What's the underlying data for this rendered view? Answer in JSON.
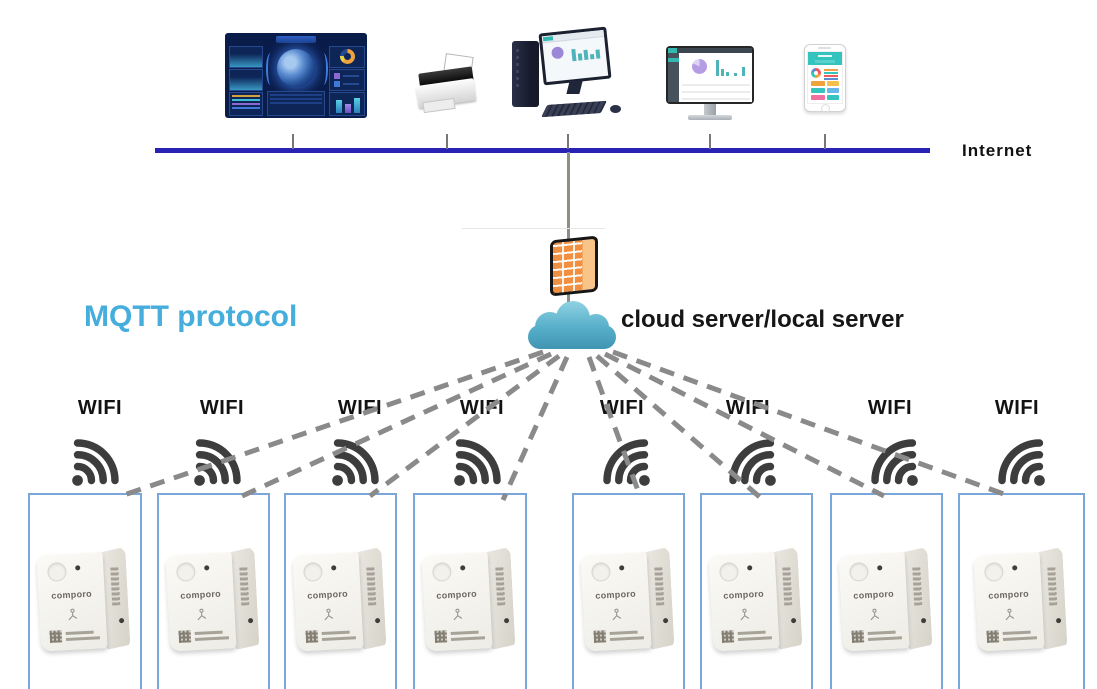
{
  "labels": {
    "internet": "Internet",
    "mqtt_protocol": "MQTT protocol",
    "cloud_server": "cloud server/local server"
  },
  "colors": {
    "internet_line": "#2a22b5",
    "mqtt_text": "#46aedd",
    "dashed_link": "#8a8a8a",
    "wifi_icon": "#3d3d3d",
    "device_box_border": "#7aa7d9",
    "cloud_fill_top": "#8fd2e2",
    "cloud_fill_bottom": "#3e93af",
    "firewall_orange": "#ef8f3f"
  },
  "icons": {
    "cloud": "cloud-icon",
    "firewall": "firewall-brick-wall-icon",
    "wifi": "wifi-signal-icon"
  },
  "top_devices": [
    {
      "name": "monitoring-dashboard-screen"
    },
    {
      "name": "fax-printer"
    },
    {
      "name": "desktop-computer"
    },
    {
      "name": "dashboard-monitor"
    },
    {
      "name": "smartphone"
    }
  ],
  "units": [
    {
      "wifi_label": "WIFI",
      "brand": "comporo"
    },
    {
      "wifi_label": "WIFI",
      "brand": "comporo"
    },
    {
      "wifi_label": "WIFI",
      "brand": "comporo"
    },
    {
      "wifi_label": "WIFI",
      "brand": "comporo"
    },
    {
      "wifi_label": "WIFI",
      "brand": "comporo"
    },
    {
      "wifi_label": "WIFI",
      "brand": "comporo"
    },
    {
      "wifi_label": "WIFI",
      "brand": "comporo"
    },
    {
      "wifi_label": "WIFI",
      "brand": "comporo"
    }
  ]
}
